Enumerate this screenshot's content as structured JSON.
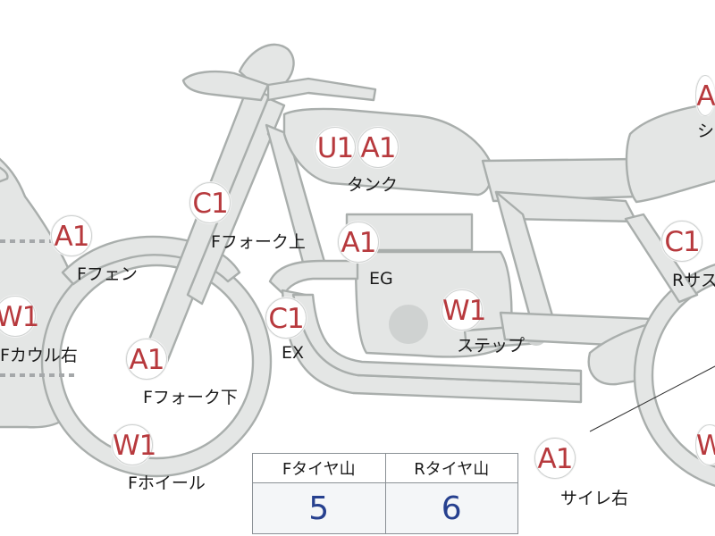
{
  "parts": [
    {
      "id": "tank",
      "codes": [
        "U1",
        "A1"
      ],
      "label": "タンク"
    },
    {
      "id": "f-fork-upper",
      "codes": [
        "C1"
      ],
      "label": "Fフォーク上"
    },
    {
      "id": "f-fender",
      "codes": [
        "A1"
      ],
      "label": "Fフェン"
    },
    {
      "id": "eg",
      "codes": [
        "A1"
      ],
      "label": "EG"
    },
    {
      "id": "ex",
      "codes": [
        "C1"
      ],
      "label": "EX"
    },
    {
      "id": "step",
      "codes": [
        "W1"
      ],
      "label": "ステップ"
    },
    {
      "id": "f-cowl-right",
      "codes": [
        "W1"
      ],
      "label": "Fカウル右"
    },
    {
      "id": "f-fork-lower",
      "codes": [
        "A1"
      ],
      "label": "Fフォーク下"
    },
    {
      "id": "f-wheel",
      "codes": [
        "W1"
      ],
      "label": "Fホイール"
    },
    {
      "id": "silencer-right",
      "codes": [
        "A1"
      ],
      "label": "サイレ右"
    },
    {
      "id": "r-suspension",
      "codes": [
        "C1"
      ],
      "label": "Rサス"
    },
    {
      "id": "seat",
      "codes": [
        "A"
      ],
      "label": "シ"
    },
    {
      "id": "r-wheel",
      "codes": [
        "W"
      ],
      "label": ""
    }
  ],
  "tire_table": {
    "headers": [
      "Fタイヤ山",
      "Rタイヤ山"
    ],
    "values": [
      "5",
      "6"
    ]
  },
  "colors": {
    "code_text": "#b7393d",
    "tire_value_text": "#26408f",
    "bike_fill": "#e4e6e5",
    "bike_stroke": "#a9aeac"
  }
}
